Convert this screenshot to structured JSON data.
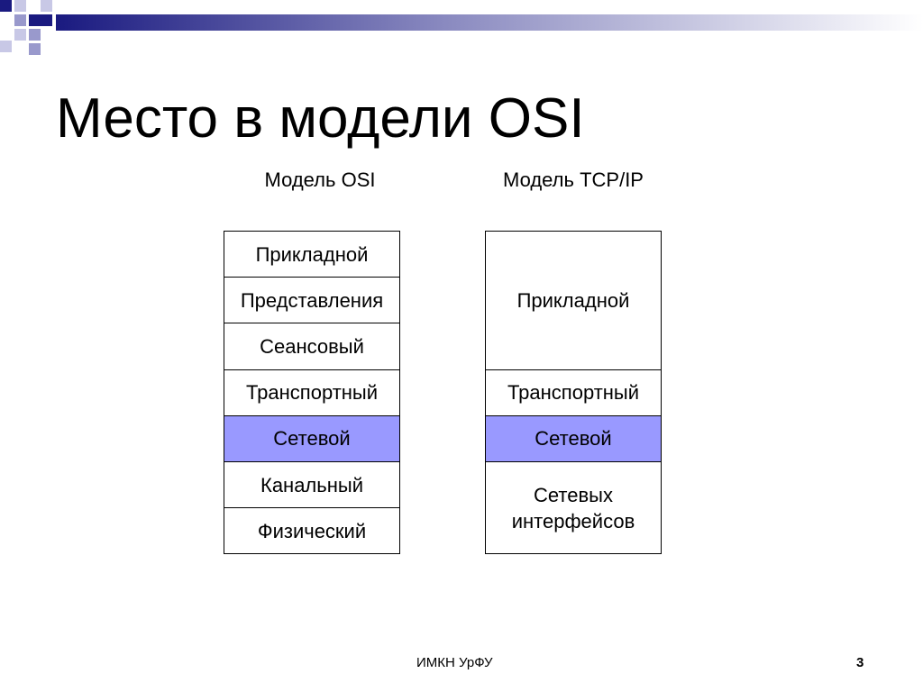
{
  "slide": {
    "title": "Место в модели OSI",
    "footer": "ИМКН УрФУ",
    "page_number": "3",
    "highlight_color": "#9999ff",
    "decor_color": "#1a1a80"
  },
  "osi": {
    "heading": "Модель OSI",
    "layers": [
      {
        "label": "Прикладной",
        "highlighted": false
      },
      {
        "label": "Представления",
        "highlighted": false
      },
      {
        "label": "Сеансовый",
        "highlighted": false
      },
      {
        "label": "Транспортный",
        "highlighted": false
      },
      {
        "label": "Сетевой",
        "highlighted": true
      },
      {
        "label": "Канальный",
        "highlighted": false
      },
      {
        "label": "Физический",
        "highlighted": false
      }
    ]
  },
  "tcpip": {
    "heading": "Модель TCP/IP",
    "layers": [
      {
        "label": "Прикладной",
        "highlighted": false,
        "spans": 3
      },
      {
        "label": "Транспортный",
        "highlighted": false,
        "spans": 1
      },
      {
        "label": "Сетевой",
        "highlighted": true,
        "spans": 1
      },
      {
        "label": "Сетевых\nинтерфейсов",
        "highlighted": false,
        "spans": 2
      }
    ]
  }
}
